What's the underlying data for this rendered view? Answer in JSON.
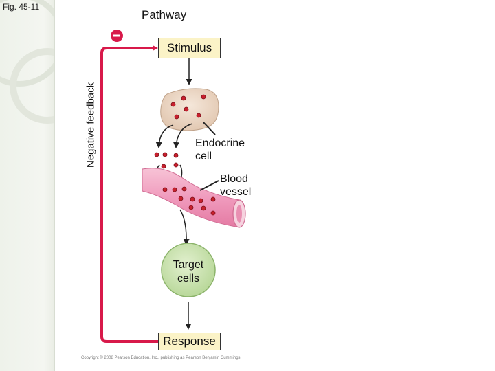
{
  "figure_label": "Fig. 45-11",
  "title": "Pathway",
  "sign": "–",
  "stimulus": "Stimulus",
  "endocrine": [
    "Endocrine",
    "cell"
  ],
  "blood": [
    "Blood",
    "vessel"
  ],
  "target": [
    "Target",
    "cells"
  ],
  "response": "Response",
  "feedback_label": "Negative feedback",
  "copyright": "Copyright © 2008 Pearson Education, Inc., publishing as Pearson Benjamin Cummings.",
  "colors": {
    "feedback_line": "#d8194a",
    "box_fill": "#fbf3c7",
    "cell_fill": "#ecd6c3",
    "vessel_fill": "#f2a6c4",
    "target_fill": "#cfe6b4",
    "hormone": "#c8202e"
  }
}
